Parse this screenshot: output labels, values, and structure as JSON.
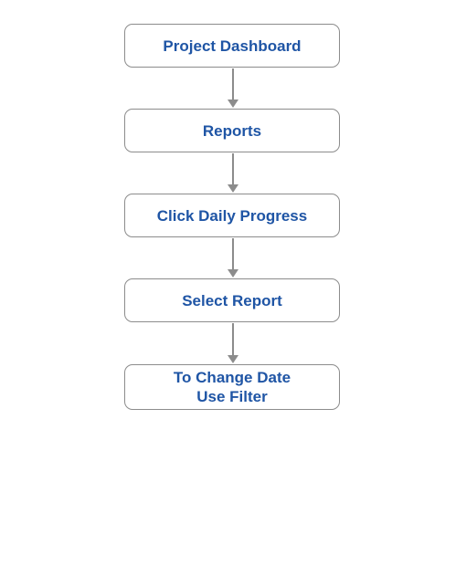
{
  "flowchart": {
    "steps": [
      {
        "label": "Project Dashboard"
      },
      {
        "label": "Reports"
      },
      {
        "label": "Click Daily Progress"
      },
      {
        "label": "Select Report"
      },
      {
        "label": "To Change Date\nUse Filter"
      }
    ]
  },
  "colors": {
    "text": "#1f55a5",
    "border": "#8c8c8c",
    "arrow": "#8c8c8c",
    "background": "#ffffff"
  }
}
